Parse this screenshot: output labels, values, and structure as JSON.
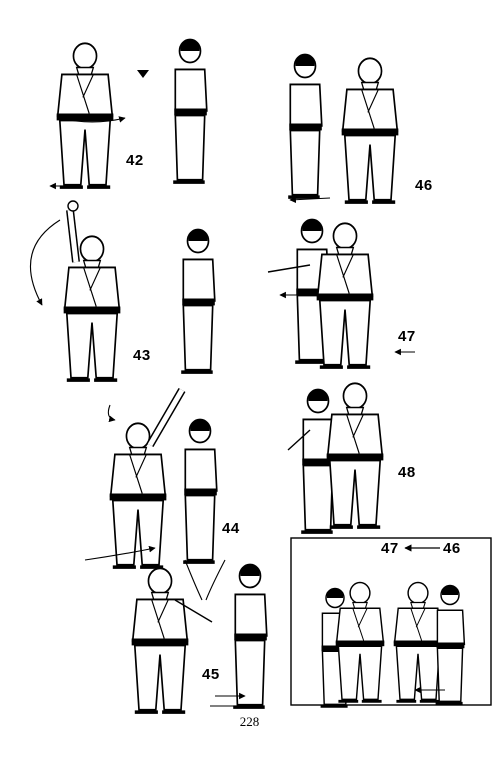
{
  "page": {
    "page_number": "228",
    "figure_labels": [
      "42",
      "43",
      "44",
      "45",
      "46",
      "47",
      "48"
    ],
    "inset": {
      "label_from": "47",
      "label_to": "46"
    }
  }
}
